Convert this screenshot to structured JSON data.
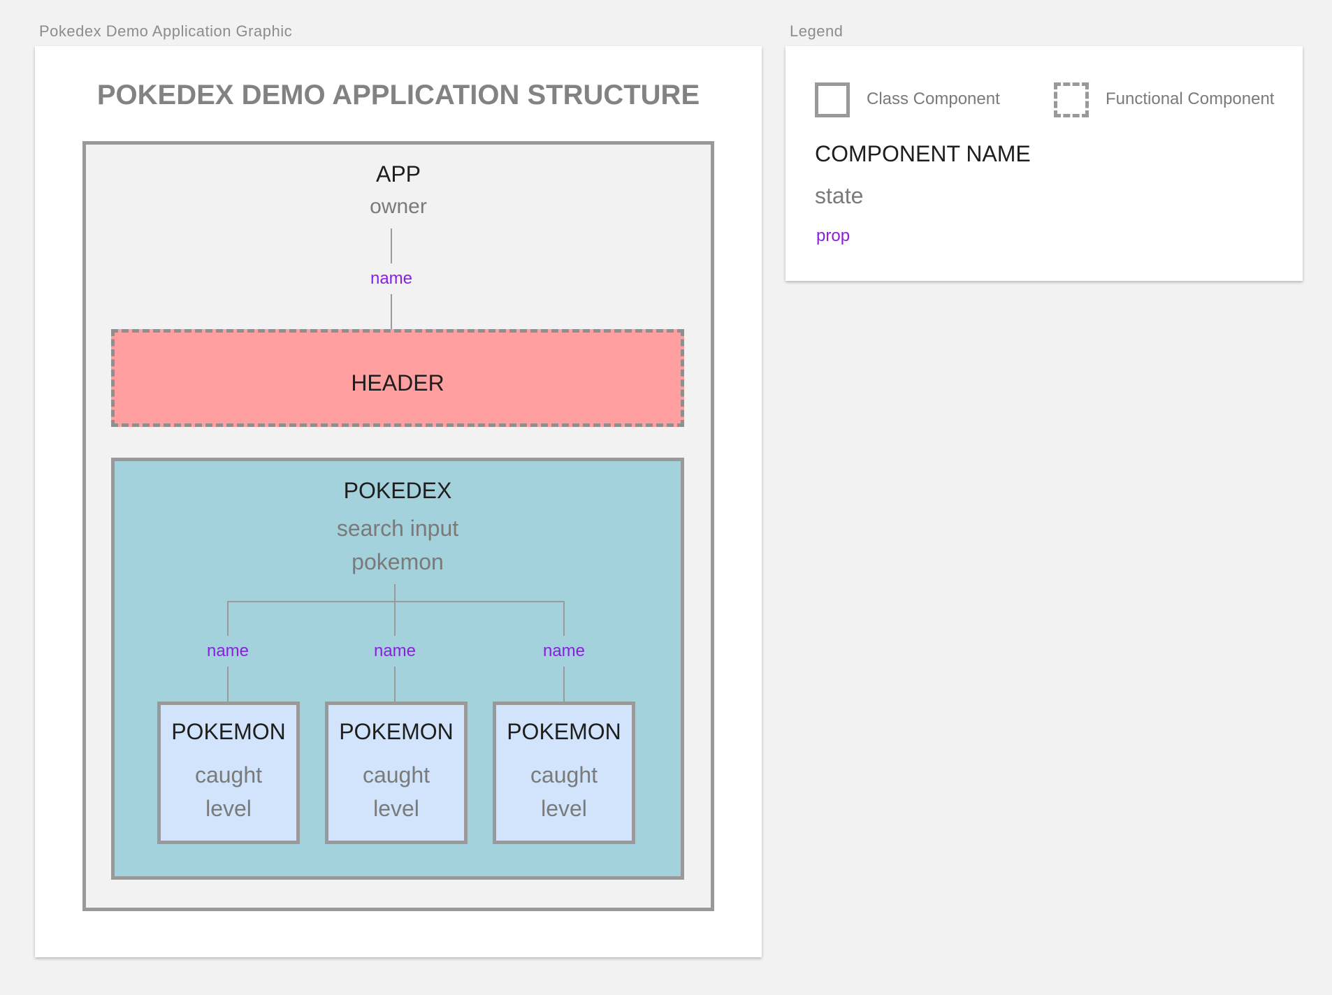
{
  "frames": {
    "main_label": "Pokedex Demo Application Graphic",
    "legend_label": "Legend"
  },
  "diagram": {
    "title": "POKEDEX DEMO APPLICATION STRUCTURE",
    "app": {
      "name": "APP",
      "state": [
        "owner"
      ]
    },
    "app_to_header_prop": "name",
    "header": {
      "name": "HEADER",
      "color": "#ff9f9f"
    },
    "pokedex": {
      "name": "POKEDEX",
      "state": [
        "search input",
        "pokemon"
      ],
      "color": "#a3d1dc"
    },
    "pokemon_props": [
      "name",
      "name",
      "name"
    ],
    "pokemon": [
      {
        "name": "POKEMON",
        "state": [
          "caught",
          "level"
        ]
      },
      {
        "name": "POKEMON",
        "state": [
          "caught",
          "level"
        ]
      },
      {
        "name": "POKEMON",
        "state": [
          "caught",
          "level"
        ]
      }
    ],
    "pokemon_color": "#d1e4fb"
  },
  "legend": {
    "class_component": "Class Component",
    "functional_component": "Functional Component",
    "component_name": "COMPONENT NAME",
    "state": "state",
    "prop": "prop"
  }
}
